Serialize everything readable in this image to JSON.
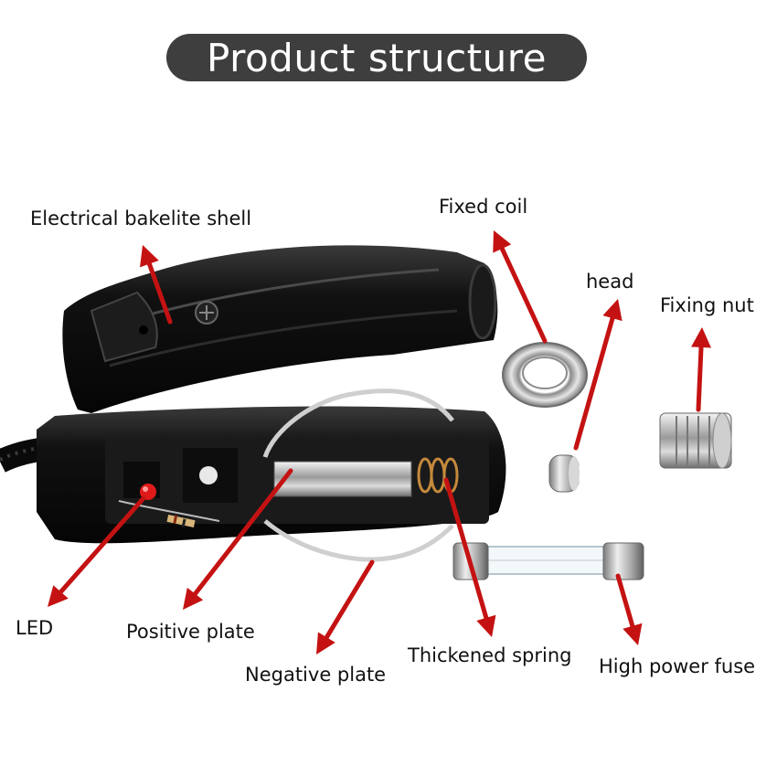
{
  "title": "Product structure",
  "colors": {
    "arrow": "#c41212",
    "title_bg": "#3e3e3e",
    "title_text": "#ffffff"
  },
  "labels": {
    "shell": "Electrical bakelite shell",
    "coil": "Fixed coil",
    "head": "head",
    "nut": "Fixing nut",
    "led": "LED",
    "positive": "Positive plate",
    "negative": "Negative plate",
    "spring": "Thickened spring",
    "fuse": "High power fuse"
  }
}
